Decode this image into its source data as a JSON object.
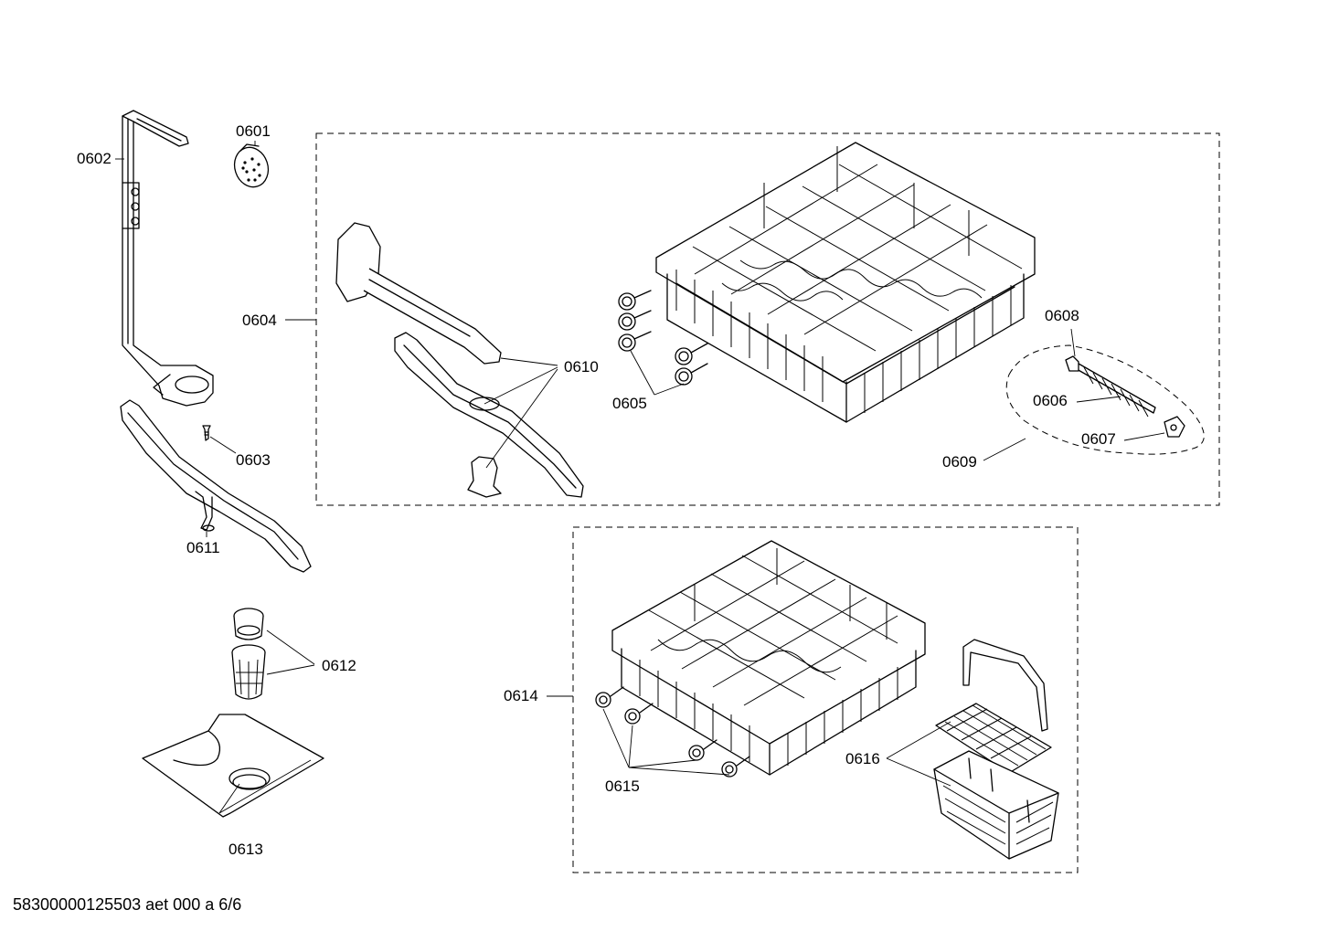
{
  "labels": {
    "p0601": "0601",
    "p0602": "0602",
    "p0603": "0603",
    "p0604": "0604",
    "p0605": "0605",
    "p0606": "0606",
    "p0607": "0607",
    "p0608": "0608",
    "p0609": "0609",
    "p0610": "0610",
    "p0611": "0611",
    "p0612": "0612",
    "p0613": "0613",
    "p0614": "0614",
    "p0615": "0615",
    "p0616": "0616"
  },
  "footer": "58300000125503 aet 000 a 6/6"
}
